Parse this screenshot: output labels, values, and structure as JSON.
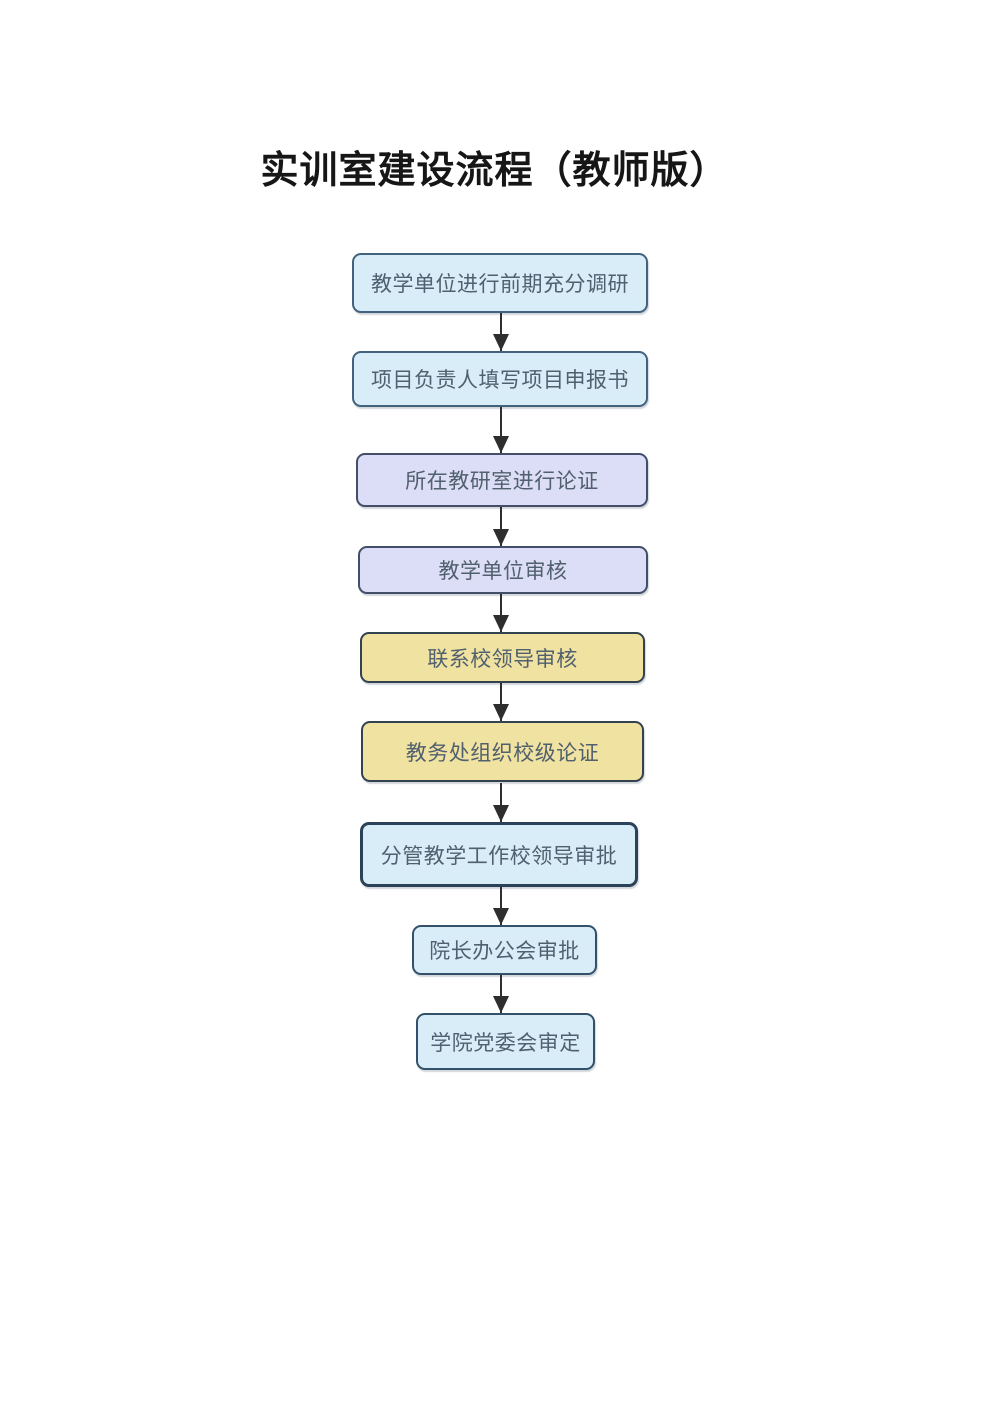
{
  "page": {
    "title": "实训室建设流程（教师版）"
  },
  "flowchart": {
    "steps": [
      {
        "label": "教学单位进行前期充分调研",
        "stage_color": "blue"
      },
      {
        "label": "项目负责人填写项目申报书",
        "stage_color": "blue"
      },
      {
        "label": "所在教研室进行论证",
        "stage_color": "purple"
      },
      {
        "label": "教学单位审核",
        "stage_color": "purple"
      },
      {
        "label": "联系校领导审核",
        "stage_color": "yellow"
      },
      {
        "label": "教务处组织校级论证",
        "stage_color": "yellow"
      },
      {
        "label": "分管教学工作校领导审批",
        "stage_color": "blue"
      },
      {
        "label": "院长办公会审批",
        "stage_color": "blue"
      },
      {
        "label": "学院党委会审定",
        "stage_color": "blue"
      }
    ],
    "colors": {
      "blue_fill": "#d9edf8",
      "blue_border": "#41637d",
      "purple_fill": "#dcddf6",
      "purple_border": "#434f68",
      "yellow_fill": "#f0e2a1",
      "yellow_border": "#32424f",
      "arrow": "#2e2e2e",
      "step_text": "#51606e",
      "title_text": "#161616",
      "page_background": "#ffffff"
    },
    "direction": "top-to-bottom",
    "connector_count": 8
  }
}
